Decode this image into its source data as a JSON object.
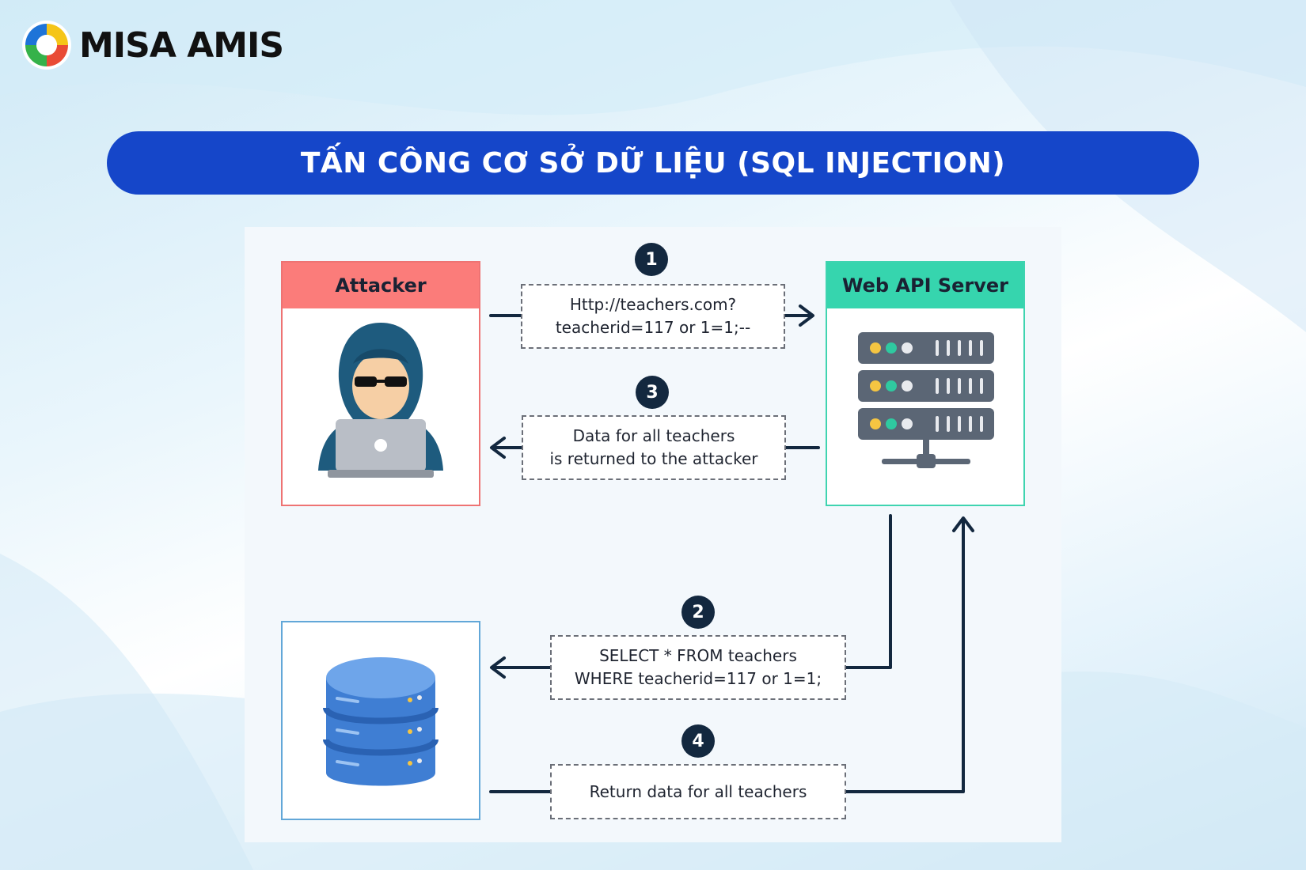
{
  "brand": {
    "name": "MISA AMIS"
  },
  "title": "TẤN CÔNG CƠ SỞ DỮ LIỆU (SQL INJECTION)",
  "nodes": {
    "attacker": "Attacker",
    "server": "Web API Server"
  },
  "steps": [
    {
      "number": "1",
      "lines": [
        "Http://teachers.com?",
        "teacherid=117 or 1=1;--"
      ]
    },
    {
      "number": "2",
      "lines": [
        "SELECT * FROM teachers",
        "WHERE teacherid=117 or 1=1;"
      ]
    },
    {
      "number": "3",
      "lines": [
        "Data for all teachers",
        "is returned to the attacker"
      ]
    },
    {
      "number": "4",
      "lines": [
        "Return data for all teachers"
      ]
    }
  ],
  "colors": {
    "title_bar": "#1546c9",
    "attacker_header": "#fb7c7a",
    "server_header": "#36d5ae",
    "badge": "#13283f",
    "database": "#4a86d8"
  },
  "icons": [
    "misa-logo-icon",
    "hacker-icon",
    "server-rack-icon",
    "database-icon"
  ]
}
